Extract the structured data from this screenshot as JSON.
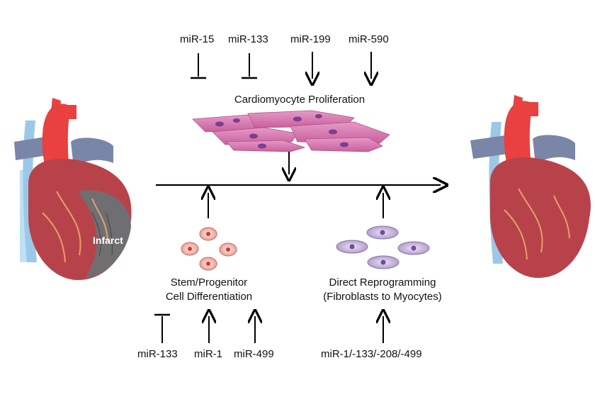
{
  "top_mirnas": [
    {
      "label": "miR-15",
      "effect": "inhibit"
    },
    {
      "label": "miR-133",
      "effect": "inhibit"
    },
    {
      "label": "miR-199",
      "effect": "promote"
    },
    {
      "label": "miR-590",
      "effect": "promote"
    }
  ],
  "proliferation_label": "Cardiomyocyte Proliferation",
  "stem_label_line1": "Stem/Progenitor",
  "stem_label_line2": "Cell Differentiation",
  "reprog_label_line1": "Direct Reprogramming",
  "reprog_label_line2": "(Fibroblasts to Myocytes)",
  "bottom_left_mirnas": [
    {
      "label": "miR-133",
      "effect": "inhibit"
    },
    {
      "label": "miR-1",
      "effect": "promote"
    },
    {
      "label": "miR-499",
      "effect": "promote"
    }
  ],
  "bottom_right_mirna": {
    "label": "miR-1/-133/-208/-499",
    "effect": "promote"
  },
  "infarct_label": "Infarct",
  "colors": {
    "aorta": "#e8413f",
    "vessels": "#7a86a8",
    "heart_muscle": "#b8424a",
    "infarct": "#6f6f72",
    "cardiomyocyte": "#d97bb0",
    "stem_cell": "#ee9d95",
    "fibroblast": "#b9a6cf",
    "arrow": "#000000"
  }
}
